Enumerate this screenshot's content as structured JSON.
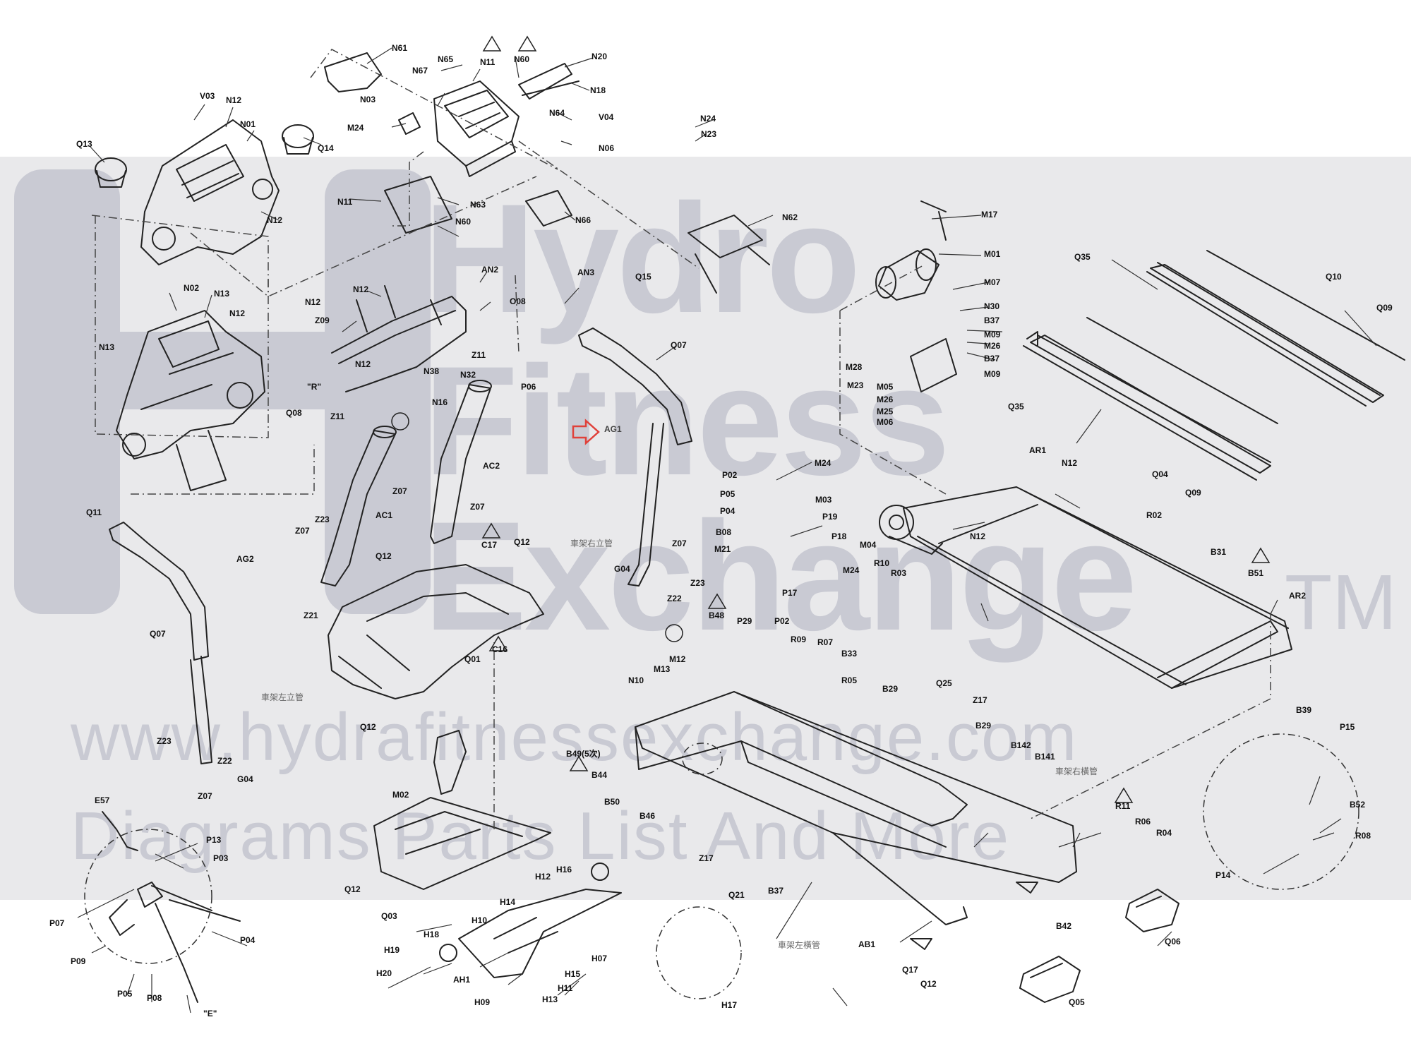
{
  "watermark": {
    "brand_line1": "Hydro",
    "brand_line2": "Fitness",
    "brand_line3": "Exchange",
    "trademark": "TM",
    "url": "www.hydrafitnessexchange.com",
    "tagline": "Diagrams Parts List And More"
  },
  "labels": [
    {
      "id": "N61",
      "text": "N61"
    },
    {
      "id": "N65",
      "text": "N65"
    },
    {
      "id": "N11a",
      "text": "N11"
    },
    {
      "id": "N60a",
      "text": "N60"
    },
    {
      "id": "N20",
      "text": "N20"
    },
    {
      "id": "N67",
      "text": "N67"
    },
    {
      "id": "N18",
      "text": "N18"
    },
    {
      "id": "V03",
      "text": "V03"
    },
    {
      "id": "N12a",
      "text": "N12"
    },
    {
      "id": "N03",
      "text": "N03"
    },
    {
      "id": "N01",
      "text": "N01"
    },
    {
      "id": "M24a",
      "text": "M24"
    },
    {
      "id": "N64",
      "text": "N64"
    },
    {
      "id": "V04",
      "text": "V04"
    },
    {
      "id": "N06",
      "text": "N06"
    },
    {
      "id": "N24",
      "text": "N24"
    },
    {
      "id": "N23",
      "text": "N23"
    },
    {
      "id": "Q13",
      "text": "Q13"
    },
    {
      "id": "Q14",
      "text": "Q14"
    },
    {
      "id": "N11b",
      "text": "N11"
    },
    {
      "id": "N63",
      "text": "N63"
    },
    {
      "id": "N60b",
      "text": "N60"
    },
    {
      "id": "N12b",
      "text": "N12"
    },
    {
      "id": "N66",
      "text": "N66"
    },
    {
      "id": "N62",
      "text": "N62"
    },
    {
      "id": "M17",
      "text": "M17"
    },
    {
      "id": "M01",
      "text": "M01"
    },
    {
      "id": "AN3",
      "text": "AN3"
    },
    {
      "id": "Q15",
      "text": "Q15"
    },
    {
      "id": "AN2",
      "text": "AN2"
    },
    {
      "id": "O08",
      "text": "O08"
    },
    {
      "id": "N12c",
      "text": "N12"
    },
    {
      "id": "N02",
      "text": "N02"
    },
    {
      "id": "N13a",
      "text": "N13"
    },
    {
      "id": "N12d",
      "text": "N12"
    },
    {
      "id": "N12e",
      "text": "N12"
    },
    {
      "id": "Z09",
      "text": "Z09"
    },
    {
      "id": "Q07a",
      "text": "Q07"
    },
    {
      "id": "M07",
      "text": "M07"
    },
    {
      "id": "Q35a",
      "text": "Q35"
    },
    {
      "id": "Q10",
      "text": "Q10"
    },
    {
      "id": "Q09a",
      "text": "Q09"
    },
    {
      "id": "N13b",
      "text": "N13"
    },
    {
      "id": "N12f",
      "text": "N12"
    },
    {
      "id": "Z11a",
      "text": "Z11"
    },
    {
      "id": "N38",
      "text": "N38"
    },
    {
      "id": "N32",
      "text": "N32"
    },
    {
      "id": "P06",
      "text": "P06"
    },
    {
      "id": "N30",
      "text": "N30"
    },
    {
      "id": "B37a",
      "text": "B37"
    },
    {
      "id": "M09a",
      "text": "M09"
    },
    {
      "id": "M26a",
      "text": "M26"
    },
    {
      "id": "B37b",
      "text": "B37"
    },
    {
      "id": "M09b",
      "text": "M09"
    },
    {
      "id": "M28",
      "text": "M28"
    },
    {
      "id": "M23",
      "text": "M23"
    },
    {
      "id": "R",
      "text": "\"R\""
    },
    {
      "id": "N16",
      "text": "N16"
    },
    {
      "id": "M05",
      "text": "M05"
    },
    {
      "id": "M26b",
      "text": "M26"
    },
    {
      "id": "M25",
      "text": "M25"
    },
    {
      "id": "M06",
      "text": "M06"
    },
    {
      "id": "Q08",
      "text": "Q08"
    },
    {
      "id": "Z11b",
      "text": "Z11"
    },
    {
      "id": "AG1",
      "text": "AG1"
    },
    {
      "id": "Q35b",
      "text": "Q35"
    },
    {
      "id": "N12g",
      "text": "N12"
    },
    {
      "id": "AR1",
      "text": "AR1"
    },
    {
      "id": "M24b",
      "text": "M24"
    },
    {
      "id": "AC2",
      "text": "AC2"
    },
    {
      "id": "Z07a",
      "text": "Z07"
    },
    {
      "id": "P02a",
      "text": "P02"
    },
    {
      "id": "Q04",
      "text": "Q04"
    },
    {
      "id": "Q09b",
      "text": "Q09"
    },
    {
      "id": "P05",
      "text": "P05"
    },
    {
      "id": "M03",
      "text": "M03"
    },
    {
      "id": "Q11",
      "text": "Q11"
    },
    {
      "id": "Z07b",
      "text": "Z07"
    },
    {
      "id": "P04a",
      "text": "P04"
    },
    {
      "id": "Z23a",
      "text": "Z23"
    },
    {
      "id": "AC1",
      "text": "AC1"
    },
    {
      "id": "P19",
      "text": "P19"
    },
    {
      "id": "R02",
      "text": "R02"
    },
    {
      "id": "Z07c",
      "text": "Z07"
    },
    {
      "id": "C17",
      "text": "C17"
    },
    {
      "id": "Q12a",
      "text": "Q12"
    },
    {
      "id": "B08",
      "text": "B08"
    },
    {
      "id": "P18",
      "text": "P18"
    },
    {
      "id": "N12h",
      "text": "N12"
    },
    {
      "id": "AG2",
      "text": "AG2"
    },
    {
      "id": "Q12b",
      "text": "Q12"
    },
    {
      "id": "M21",
      "text": "M21"
    },
    {
      "id": "Z07d",
      "text": "Z07"
    },
    {
      "id": "M04",
      "text": "M04"
    },
    {
      "id": "M24c",
      "text": "M24"
    },
    {
      "id": "B31",
      "text": "B31"
    },
    {
      "id": "B51",
      "text": "B51"
    },
    {
      "id": "R10",
      "text": "R10"
    },
    {
      "id": "R03",
      "text": "R03"
    },
    {
      "id": "Z21",
      "text": "Z21"
    },
    {
      "id": "G04a",
      "text": "G04"
    },
    {
      "id": "Z23b",
      "text": "Z23"
    },
    {
      "id": "P17",
      "text": "P17"
    },
    {
      "id": "Z22a",
      "text": "Z22"
    },
    {
      "id": "AR2",
      "text": "AR2"
    },
    {
      "id": "B48",
      "text": "B48"
    },
    {
      "id": "P29",
      "text": "P29"
    },
    {
      "id": "P02b",
      "text": "P02"
    },
    {
      "id": "Q07b",
      "text": "Q07"
    },
    {
      "id": "C16",
      "text": "C16"
    },
    {
      "id": "Q01",
      "text": "Q01"
    },
    {
      "id": "R09",
      "text": "R09"
    },
    {
      "id": "R07",
      "text": "R07"
    },
    {
      "id": "M12",
      "text": "M12"
    },
    {
      "id": "M13",
      "text": "M13"
    },
    {
      "id": "B33",
      "text": "B33"
    },
    {
      "id": "N10",
      "text": "N10"
    },
    {
      "id": "R05",
      "text": "R05"
    },
    {
      "id": "B29a",
      "text": "B29"
    },
    {
      "id": "Q25",
      "text": "Q25"
    },
    {
      "id": "Z17a",
      "text": "Z17"
    },
    {
      "id": "B29b",
      "text": "B29"
    },
    {
      "id": "Q12c",
      "text": "Q12"
    },
    {
      "id": "B39",
      "text": "B39"
    },
    {
      "id": "P15",
      "text": "P15"
    },
    {
      "id": "Z23c",
      "text": "Z23"
    },
    {
      "id": "B142",
      "text": "B142"
    },
    {
      "id": "B141",
      "text": "B141"
    },
    {
      "id": "B49",
      "text": "B49(5次)"
    },
    {
      "id": "Z22b",
      "text": "Z22"
    },
    {
      "id": "G04b",
      "text": "G04"
    },
    {
      "id": "M02",
      "text": "M02"
    },
    {
      "id": "B44",
      "text": "B44"
    },
    {
      "id": "Z07e",
      "text": "Z07"
    },
    {
      "id": "B50",
      "text": "B50"
    },
    {
      "id": "B46",
      "text": "B46"
    },
    {
      "id": "R11",
      "text": "R11"
    },
    {
      "id": "B52",
      "text": "B52"
    },
    {
      "id": "E57",
      "text": "E57"
    },
    {
      "id": "R06",
      "text": "R06"
    },
    {
      "id": "R04",
      "text": "R04"
    },
    {
      "id": "R08",
      "text": "R08"
    },
    {
      "id": "P13",
      "text": "P13"
    },
    {
      "id": "P03",
      "text": "P03"
    },
    {
      "id": "H16",
      "text": "H16"
    },
    {
      "id": "H12",
      "text": "H12"
    },
    {
      "id": "Z17b",
      "text": "Z17"
    },
    {
      "id": "P14",
      "text": "P14"
    },
    {
      "id": "Q12d",
      "text": "Q12"
    },
    {
      "id": "Q21",
      "text": "Q21"
    },
    {
      "id": "B37c",
      "text": "B37"
    },
    {
      "id": "H14",
      "text": "H14"
    },
    {
      "id": "Q03",
      "text": "Q03"
    },
    {
      "id": "B42",
      "text": "B42"
    },
    {
      "id": "P07",
      "text": "P07"
    },
    {
      "id": "H10",
      "text": "H10"
    },
    {
      "id": "Q06",
      "text": "Q06"
    },
    {
      "id": "P04b",
      "text": "P04"
    },
    {
      "id": "H18",
      "text": "H18"
    },
    {
      "id": "AB1",
      "text": "AB1"
    },
    {
      "id": "H07",
      "text": "H07"
    },
    {
      "id": "P09",
      "text": "P09"
    },
    {
      "id": "H19",
      "text": "H19"
    },
    {
      "id": "Q17",
      "text": "Q17"
    },
    {
      "id": "H20",
      "text": "H20"
    },
    {
      "id": "AH1",
      "text": "AH1"
    },
    {
      "id": "H15",
      "text": "H15"
    },
    {
      "id": "Q12e",
      "text": "Q12"
    },
    {
      "id": "P05b",
      "text": "P05"
    },
    {
      "id": "P08",
      "text": "P08"
    },
    {
      "id": "H11",
      "text": "H11"
    },
    {
      "id": "Q05",
      "text": "Q05"
    },
    {
      "id": "H09",
      "text": "H09"
    },
    {
      "id": "H13",
      "text": "H13"
    },
    {
      "id": "H17",
      "text": "H17"
    },
    {
      "id": "E",
      "text": "\"E\""
    },
    {
      "id": "circleR",
      "text": "R"
    },
    {
      "id": "circleE",
      "text": "E"
    }
  ],
  "chinese_labels": {
    "right_tube_top": "車架右立管",
    "left_tube": "車架左立管",
    "right_frame": "車架右橫管",
    "left_frame": "車架左橫管"
  },
  "highlight": {
    "part": "AG1",
    "color": "#e0413a"
  },
  "colors": {
    "line": "#222222",
    "leader": "#333333",
    "watermark": "#c9cad3",
    "band": "#e9e9eb"
  }
}
